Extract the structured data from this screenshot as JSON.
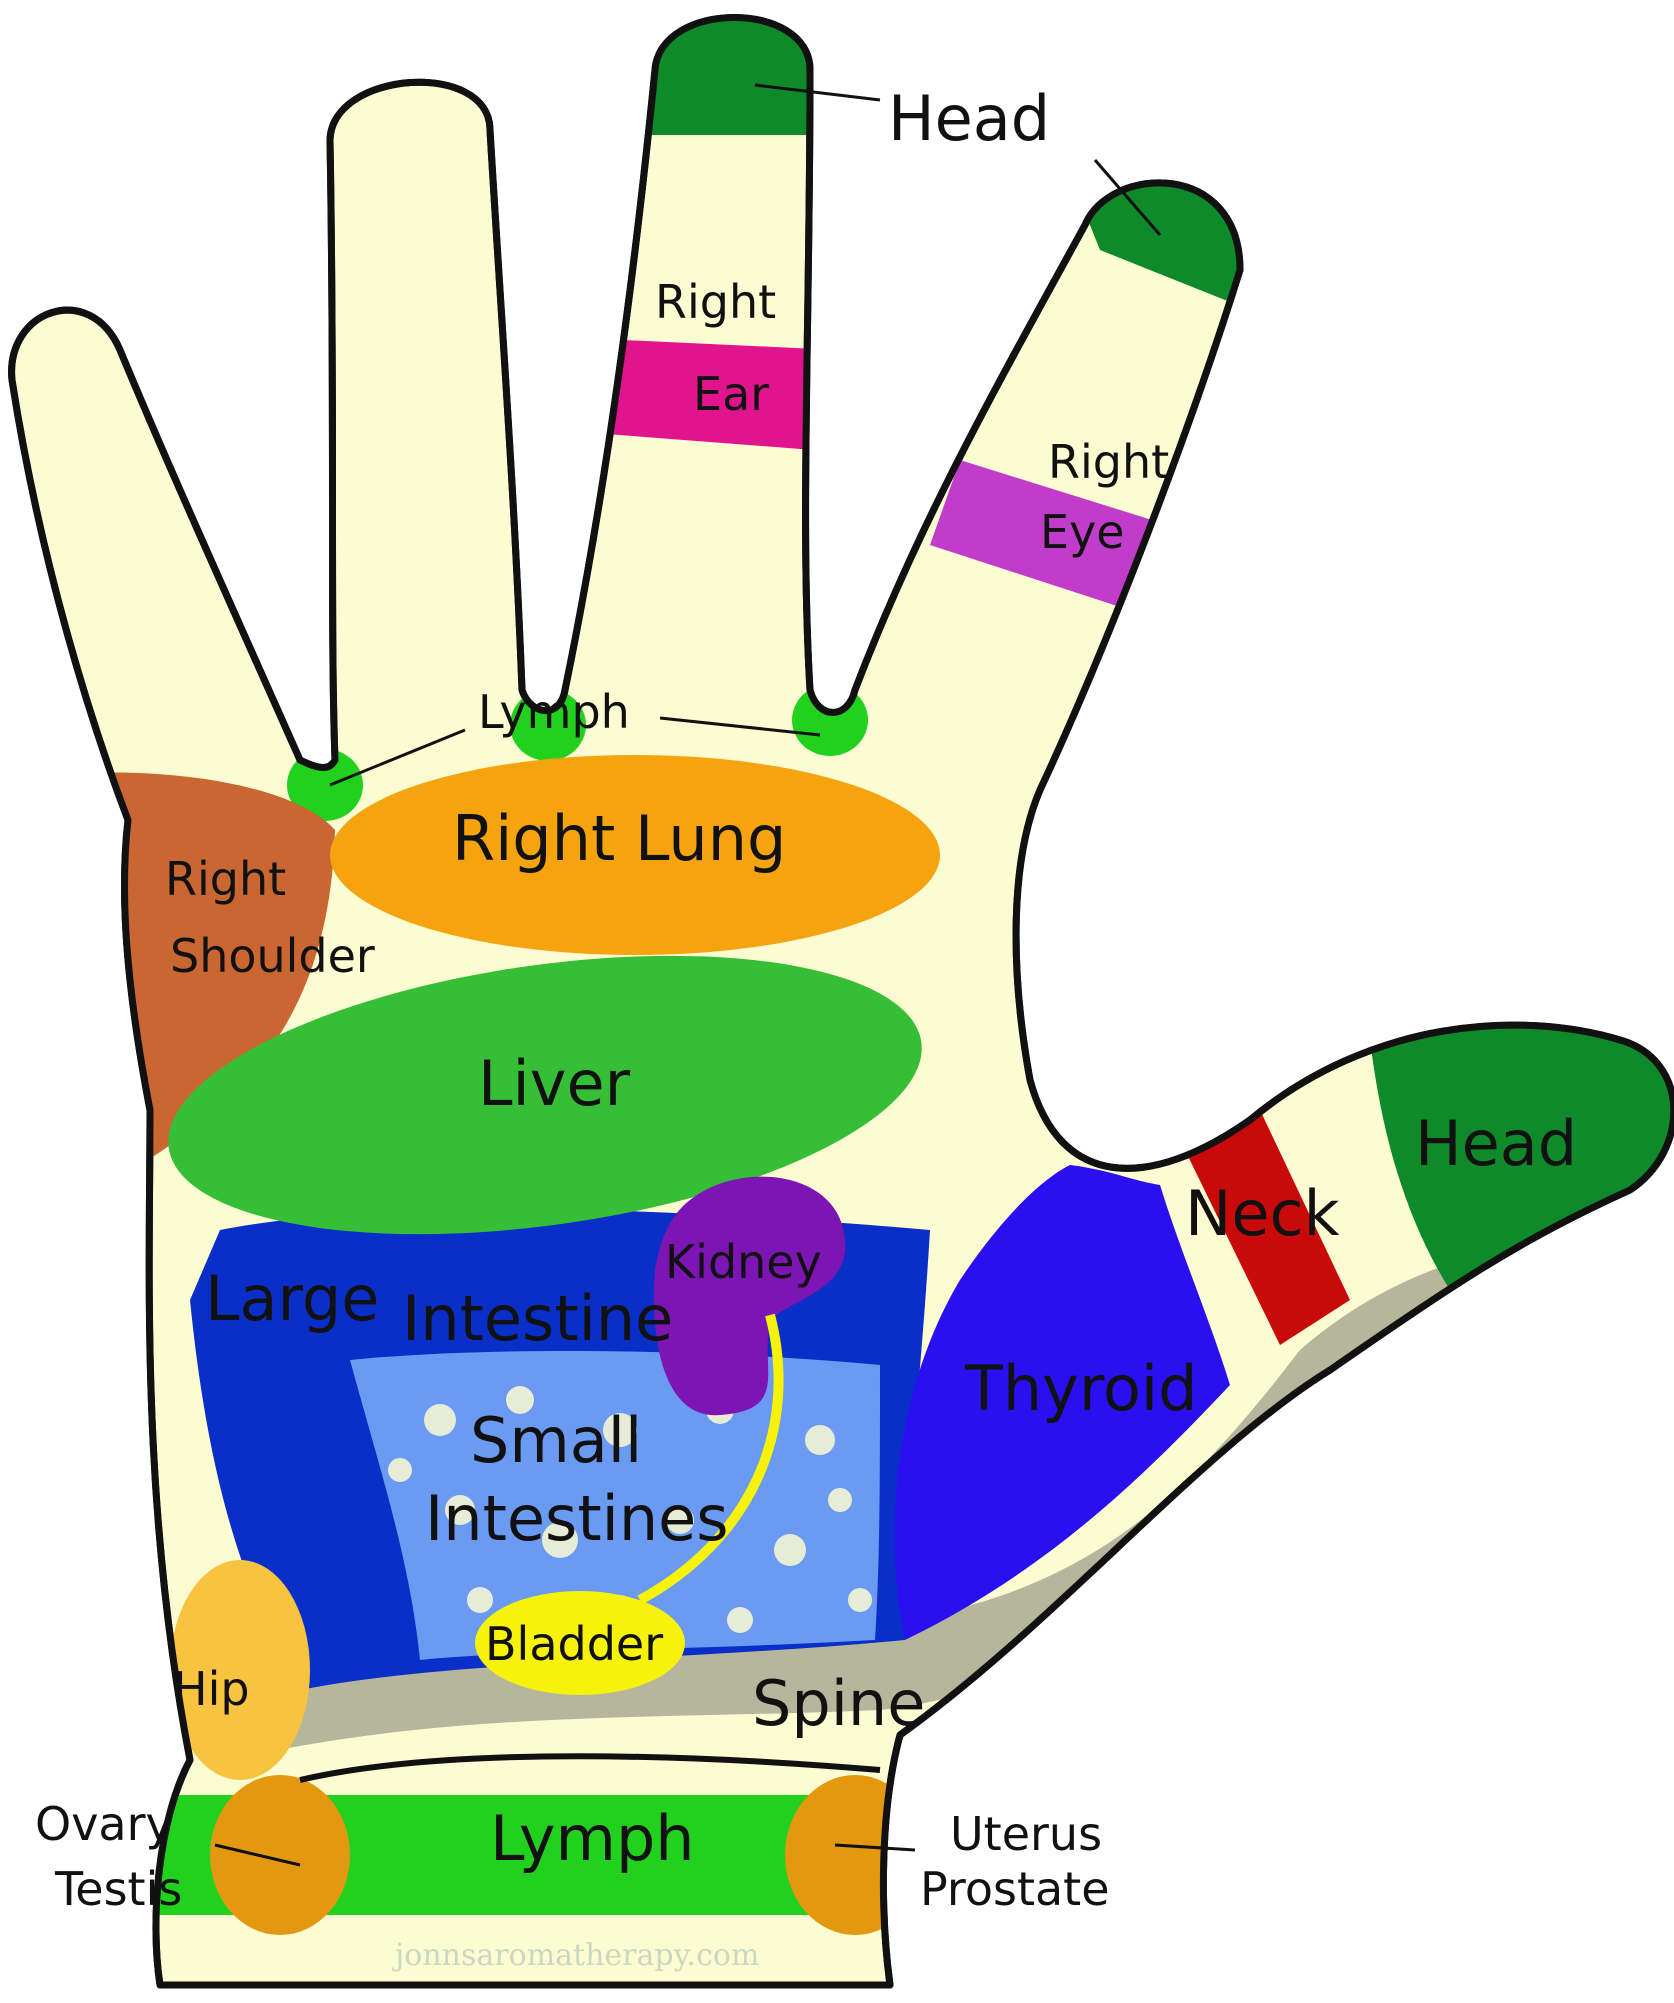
{
  "colors": {
    "skin": "#fdfbd2",
    "outline": "#111111",
    "head": "#0f8a2a",
    "ear": "#e0148c",
    "eye": "#c23ccc",
    "lymph_web": "#22d11e",
    "lung": "#f5a40f",
    "shoulder": "#c96632",
    "liver": "#36be36",
    "large_intestine": "#0a2fc8",
    "small_intestines": "#6a9af2",
    "kidney": "#7d14b4",
    "bladder": "#f6f20a",
    "thyroid": "#2a10f0",
    "neck": "#c80a0a",
    "spine": "#b6b69c",
    "hip": "#f8c440",
    "ovary": "#e49810",
    "wrist_lymph": "#22d11e"
  },
  "labels": {
    "head_finger": "Head",
    "ear_line1": "Right",
    "ear_line2": "Ear",
    "eye_line1": "Right",
    "eye_line2": "Eye",
    "lymph_web": "Lymph",
    "lung": "Right  Lung",
    "shoulder_line1": "Right",
    "shoulder_line2": "Shoulder",
    "liver": "Liver",
    "large": "Large",
    "intestine": "Intestine",
    "kidney": "Kidney",
    "small_line1": "Small",
    "small_line2": "Intestines",
    "bladder": "Bladder",
    "thyroid": "Thyroid",
    "neck": "Neck",
    "head_thumb": "Head",
    "spine": "Spine",
    "hip": "Hip",
    "ovary_line1": "Ovary",
    "ovary_line2": "Testis",
    "uterus_line1": "Uterus",
    "uterus_line2": "Prostate",
    "wrist_lymph": "Lymph",
    "watermark": "jonnsaromatherapy.com"
  }
}
